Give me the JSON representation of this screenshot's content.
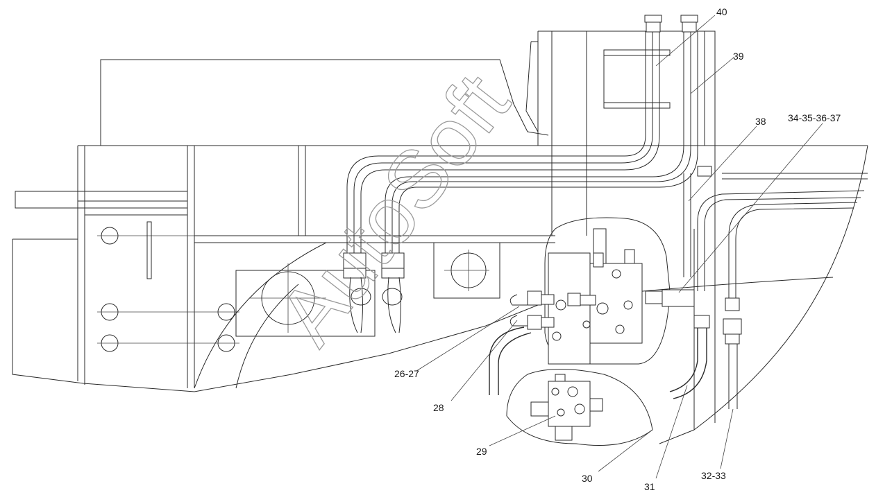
{
  "watermark": "AutoSoft",
  "callouts": [
    {
      "id": "c40",
      "text": "40"
    },
    {
      "id": "c39",
      "text": "39"
    },
    {
      "id": "c38",
      "text": "38"
    },
    {
      "id": "c34",
      "text": "34-35-36-37"
    },
    {
      "id": "c26",
      "text": "26-27"
    },
    {
      "id": "c28",
      "text": "28"
    },
    {
      "id": "c29",
      "text": "29"
    },
    {
      "id": "c30",
      "text": "30"
    },
    {
      "id": "c31",
      "text": "31"
    },
    {
      "id": "c32",
      "text": "32-33"
    }
  ]
}
